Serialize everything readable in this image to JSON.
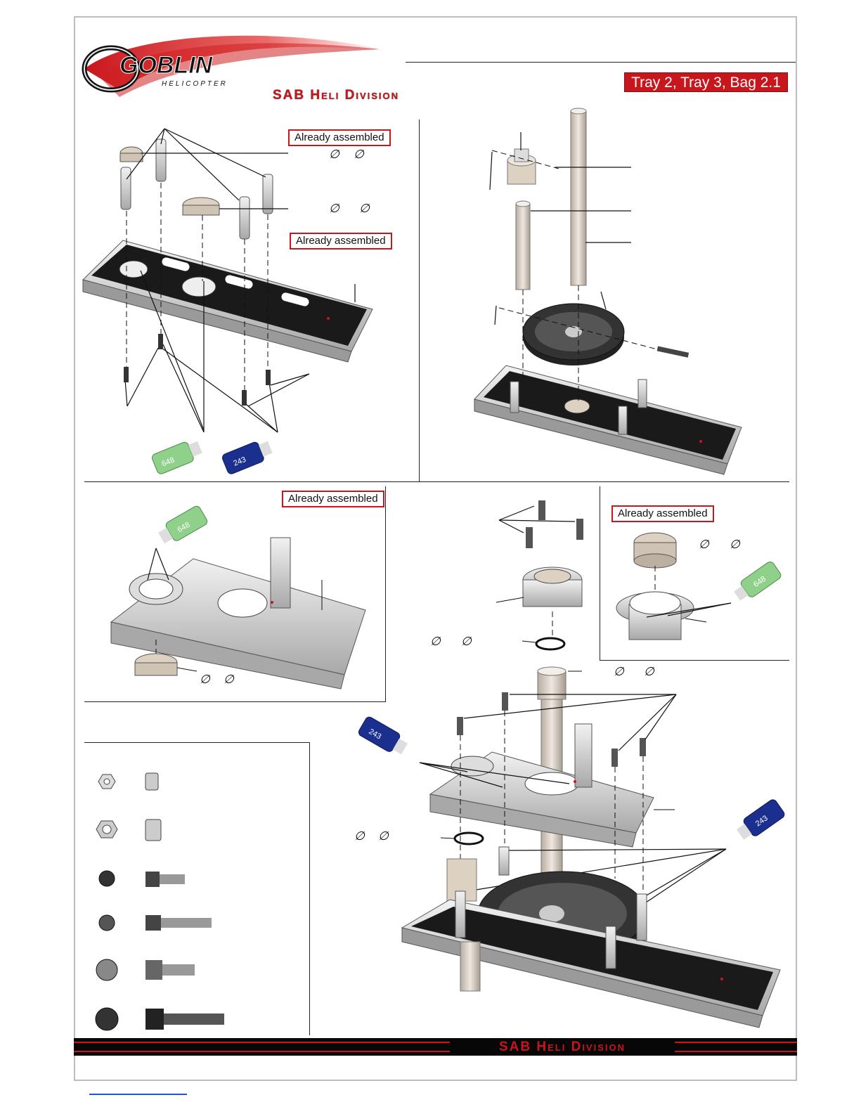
{
  "header": {
    "brand": "GOBLIN",
    "brand_sub": "HELICOPTER",
    "division": "SAB Heli Division",
    "tray_badge": "Tray 2, Tray 3, Bag 2.1"
  },
  "tags": {
    "already_assembled": "Already assembled"
  },
  "glue": {
    "green_label": "648",
    "blue_label": "243"
  },
  "symbols": {
    "diameter": "∅"
  },
  "footer": {
    "division": "SAB Heli Division"
  },
  "colors": {
    "accent_red": "#c8161d",
    "glue_green": "#8fd18b",
    "glue_blue": "#1b2f8f",
    "frame_black": "#1a1a1a",
    "aluminium": "#d9d9d9"
  }
}
